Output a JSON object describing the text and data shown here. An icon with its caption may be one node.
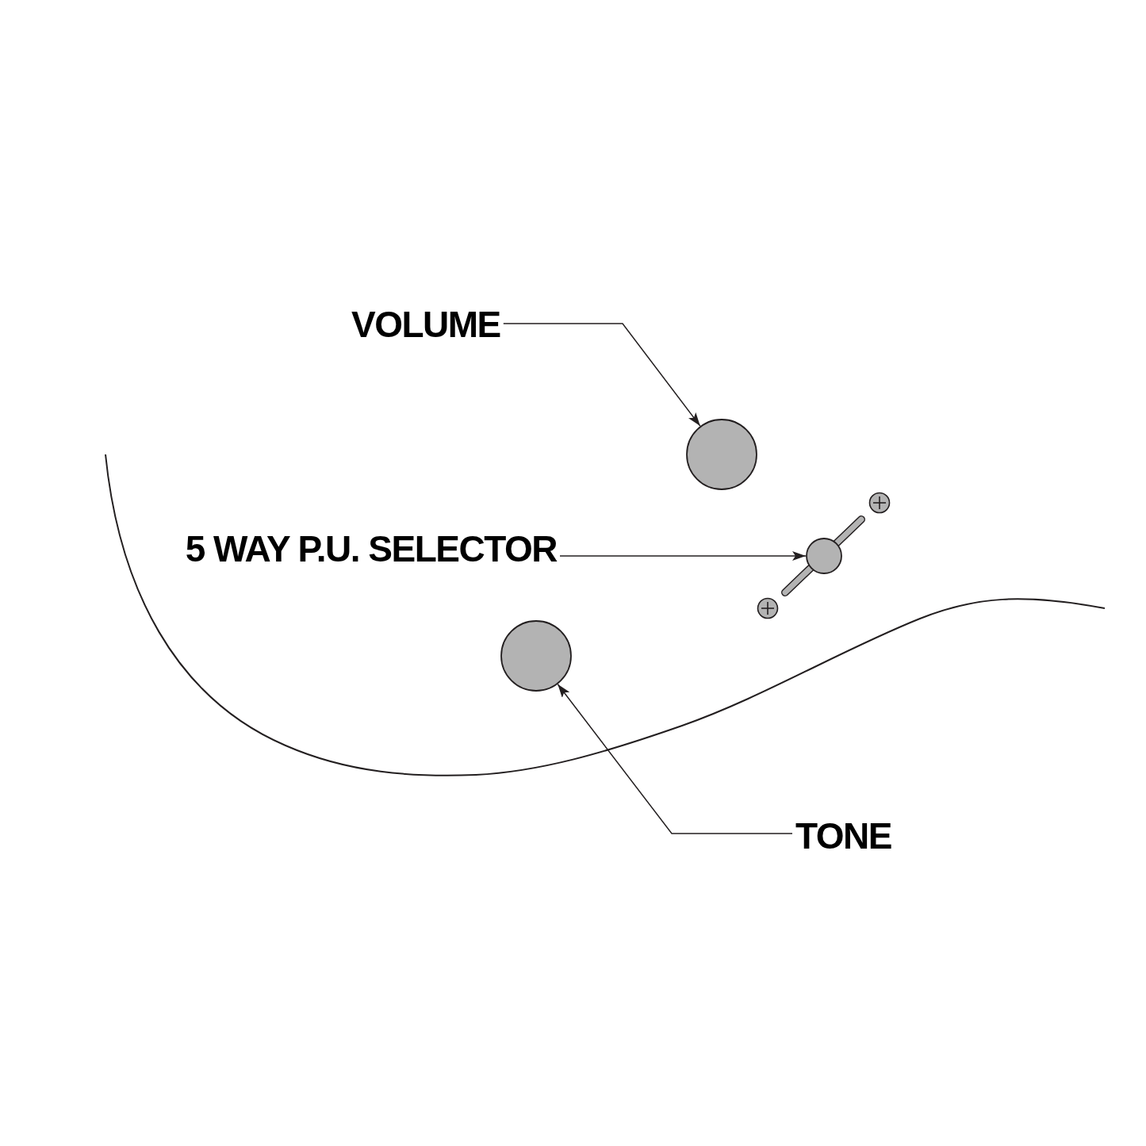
{
  "diagram": {
    "nodes": [
      {
        "text": [
          "VOLUME"
        ]
      },
      {
        "text": [],
        "shape": "circle"
      },
      {
        "text": [
          "5 WAY P.U. SELECTOR"
        ]
      },
      {
        "text": [],
        "shape": "circle"
      },
      {
        "text": [],
        "shape": "circle"
      },
      {
        "text": [
          "TONE"
        ]
      }
    ],
    "edges": [
      {
        "from": 0,
        "to": 1,
        "arrow": "to"
      },
      {
        "from": 2,
        "to": 3,
        "arrow": "to"
      },
      {
        "from": 5,
        "to": 4,
        "arrow": "to"
      }
    ]
  }
}
